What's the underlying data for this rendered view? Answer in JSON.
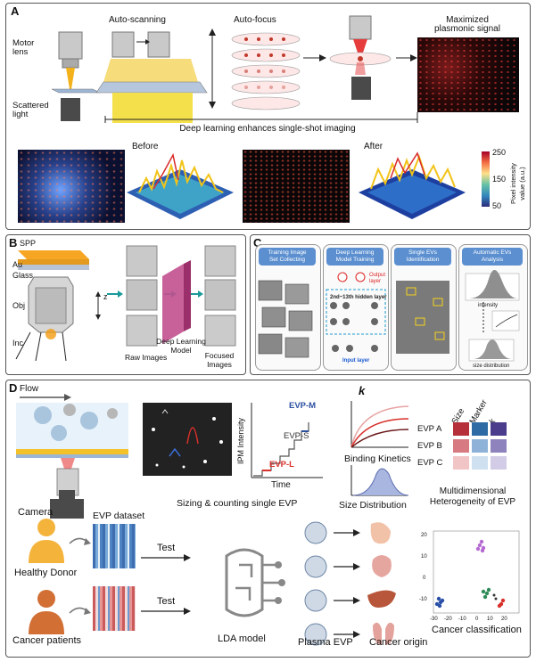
{
  "panel_a": {
    "label": "A",
    "motor_lens": "Motor\nlens",
    "scattered_light": "Scattered\nlight",
    "auto_scanning": "Auto-scanning",
    "auto_focus": "Auto-focus",
    "maximized_signal": "Maximized\nplasmonic signal",
    "deep_learning": "Deep learning enhances single-shot imaging",
    "before": "Before",
    "after": "After",
    "colorbar_max": "250",
    "colorbar_150": "150",
    "colorbar_50": "50",
    "colorbar_label": "Pixel intensity\nvalue (a.u.)"
  },
  "panel_b": {
    "label": "B",
    "spp": "SPP",
    "au": "Au",
    "glass": "Glass",
    "obj": "Obj",
    "inc": "Inc",
    "z": "z",
    "model": "Deep Learning\nModel",
    "raw_images": "Raw Images",
    "focused_images": "Focused\nImages"
  },
  "panel_c": {
    "label": "C",
    "steps": [
      "Training Image\nSet Collecting",
      "Deep Learning\nModel Training",
      "Single EVs\nIdentification",
      "Automatic EVs\nAnalysis"
    ],
    "output_layer": "Output\nlayer",
    "hidden_layer": "2nd~13th hidden layer",
    "input_layer": "Input layer",
    "intensity": "intensity",
    "size_distribution": "size distribution"
  },
  "panel_d": {
    "label": "D",
    "flow": "Flow",
    "camera": "Camera",
    "sizing_counting": "Sizing & counting single EVP",
    "ipm_intensity": "IPM Intensity",
    "time": "Time",
    "evp_m": "EVP-M",
    "evp_s": "EVP-S",
    "evp_l": "EVP-L",
    "k": "k",
    "binding_kinetics": "Binding Kinetics",
    "size_distribution": "Size Distribution",
    "heatmap_cols": [
      "Size",
      "Marker",
      "k"
    ],
    "heatmap_rows": [
      "EVP A",
      "EVP B",
      "EVP C"
    ],
    "heatmap_colors": [
      [
        "#b5303a",
        "#2e6aa3",
        "#4c3c8c"
      ],
      [
        "#d77a82",
        "#8fb3d8",
        "#8f83bd"
      ],
      [
        "#f1c4c6",
        "#cfe0f0",
        "#d3cce6"
      ]
    ],
    "heterogeneity": "Multidimensional\nHeterogeneity of EVP",
    "evp_dataset": "EVP dataset",
    "healthy_donor": "Healthy Donor",
    "cancer_patients": "Cancer patients",
    "test1": "Test",
    "test2": "Test",
    "lda_model": "LDA model",
    "plasma_evp": "Plasma EVP",
    "cancer_origin": "Cancer origin",
    "cancer_classification": "Cancer classification",
    "y_ticks": [
      "20",
      "10",
      "0",
      "-10"
    ],
    "x_ticks": [
      "-30",
      "-20",
      "-10",
      "0",
      "10",
      "20"
    ]
  }
}
